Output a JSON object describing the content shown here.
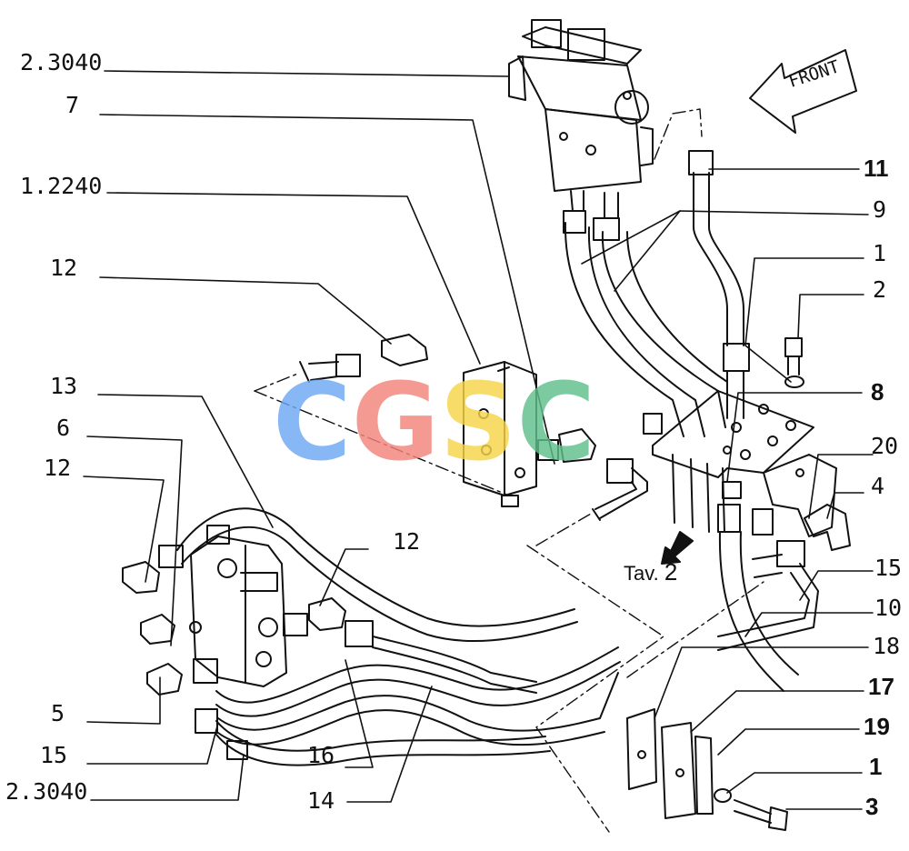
{
  "labels": {
    "l_23040_top": "2.3040",
    "l_7": "7",
    "l_12240": "1.2240",
    "l_12_a": "12",
    "l_13": "13",
    "l_6": "6",
    "l_12_b": "12",
    "l_12_c": "12",
    "l_5": "5",
    "l_15_left": "15",
    "l_23040_bottom": "2.3040",
    "l_16": "16",
    "l_14": "14",
    "l_11": "11",
    "l_9": "9",
    "l_1_top": "1",
    "l_2": "2",
    "l_8": "8",
    "l_20": "20",
    "l_4": "4",
    "l_15_right": "15",
    "l_10": "10",
    "l_18": "18",
    "l_17": "17",
    "l_19": "19",
    "l_1_bottom": "1",
    "l_3": "3"
  },
  "annotations": {
    "front_arrow_text": "FRONT",
    "tav_text": "Tav.",
    "tav_number": "2"
  },
  "watermark": {
    "letters": [
      "C",
      "G",
      "S",
      "C"
    ],
    "colors": [
      "#6ea8f4",
      "#f2857c",
      "#f6d54a",
      "#5fbf8c"
    ]
  }
}
